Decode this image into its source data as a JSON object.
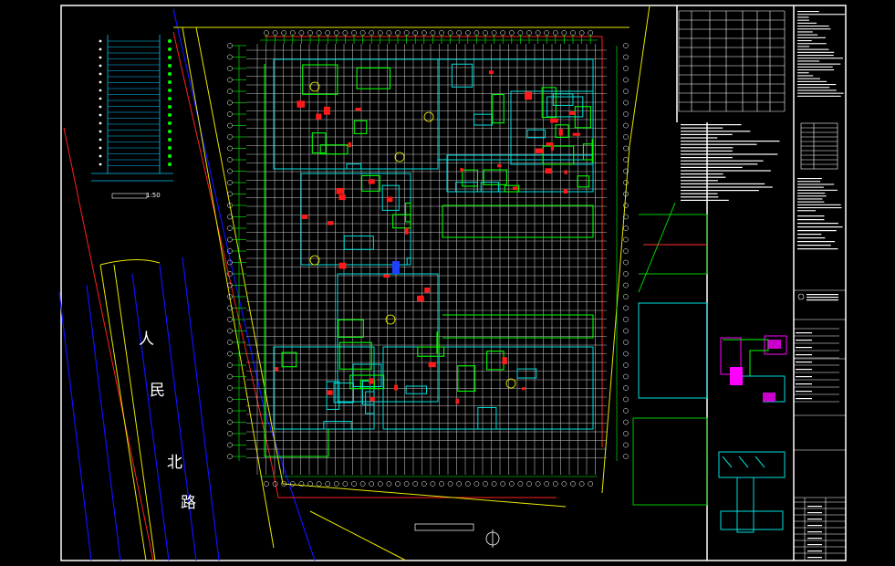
{
  "road_label": [
    "人",
    "民",
    "北",
    "路"
  ],
  "drawing_titles": {
    "plan": "",
    "elevation_scale": "1:50",
    "detail_1": "",
    "detail_2": ""
  },
  "colors": {
    "background": "#000000",
    "frame": "#ffffff",
    "axis": "#00ff00",
    "wall": "#00ffff",
    "column": "#ff0000",
    "road": "#0000ff",
    "property_line": "#ff0000",
    "boundary": "#ffff00",
    "detail": "#ff00ff",
    "grid": "#d0d0d0"
  }
}
